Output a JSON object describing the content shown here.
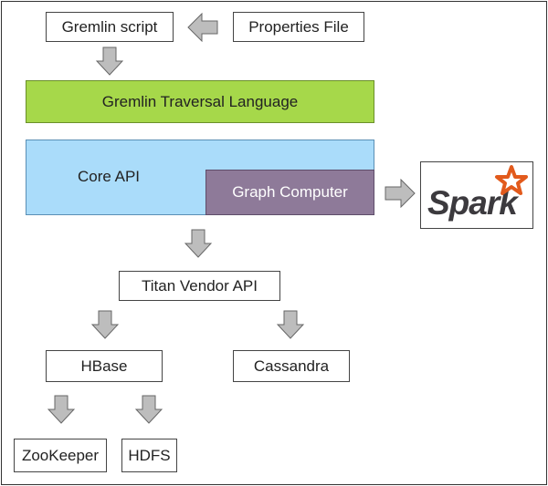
{
  "nodes": {
    "gremlin_script": "Gremlin script",
    "properties_file": "Properties File",
    "traversal_language": "Gremlin Traversal Language",
    "core_api": "Core API",
    "graph_computer": "Graph Computer",
    "spark": "Spark",
    "titan_vendor_api": "Titan Vendor API",
    "hbase": "HBase",
    "cassandra": "Cassandra",
    "zookeeper": "ZooKeeper",
    "hdfs": "HDFS"
  },
  "colors": {
    "traversal_fill": "#a6d84a",
    "core_api_fill": "#aadcfa",
    "graph_computer_fill": "#8e7a99",
    "arrow_fill": "#bdbdbd",
    "spark_orange": "#e25a1c",
    "spark_text": "#3c3a3e"
  },
  "icons": {
    "arrow": "block-arrow",
    "spark_star": "star-icon"
  }
}
